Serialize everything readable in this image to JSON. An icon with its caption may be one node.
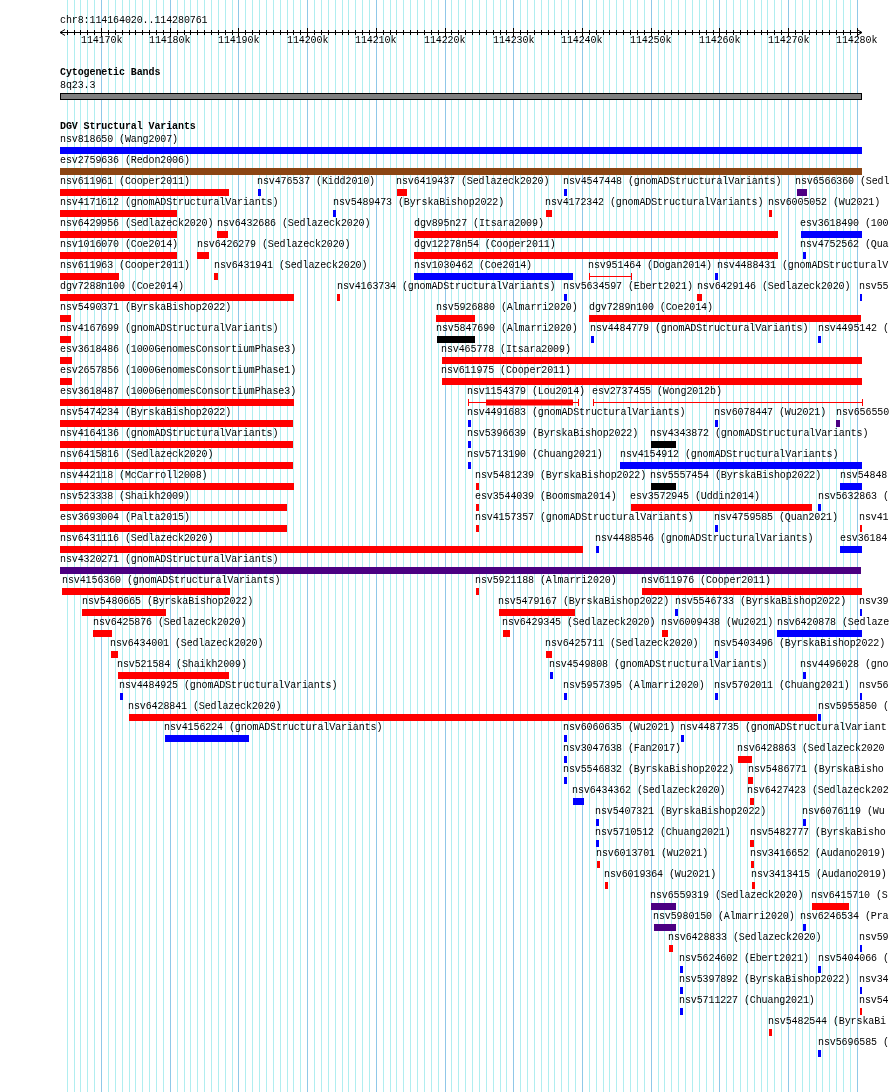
{
  "diagram": {
    "labels": [
      "chr8:114164020..114280761",
      "114170k",
      "114180k",
      "114190k",
      "114200k",
      "114210k",
      "114220k",
      "114230k",
      "114240k",
      "114250k",
      "114260k",
      "114270k",
      "114280k",
      "Cytogenetic Bands",
      "8q23.3",
      "DGV Structural Variants",
      "nsv818650 (Wang2007)",
      "esv2759636 (Redon2006)",
      "nsv611961 (Cooper2011)",
      "nsv476537 (Kidd2010)",
      "nsv6419437 (Sedlazeck2020)",
      "nsv4547448 (gnomADStructuralVariants)",
      "nsv6566360 (Sedl",
      "nsv4171612 (gnomADStructuralVariants)",
      "nsv5489473 (ByrskaBishop2022)",
      "nsv4172342 (gnomADStructuralVariants)",
      "nsv6005052 (Wu2021)",
      "nsv6429956 (Sedlazeck2020)",
      "nsv6432686 (Sedlazeck2020)",
      "dgv895n27 (Itsara2009)",
      "esv3618490 (100",
      "nsv1016070 (Coe2014)",
      "nsv6426279 (Sedlazeck2020)",
      "dgv12278n54 (Cooper2011)",
      "nsv4752562 (Qua",
      "nsv611963 (Cooper2011)",
      "nsv6431941 (Sedlazeck2020)",
      "nsv1030462 (Coe2014)",
      "nsv951464 (Dogan2014)",
      "nsv4488431 (gnomADStructuralV",
      "dgv7288n100 (Coe2014)",
      "nsv4163734 (gnomADStructuralVariants)",
      "nsv5634597 (Ebert2021)",
      "nsv6429146 (Sedlazeck2020)",
      "nsv55",
      "nsv5490371 (ByrskaBishop2022)",
      "nsv5926880 (Almarri2020)",
      "dgv7289n100 (Coe2014)",
      "nsv4167699 (gnomADStructuralVariants)",
      "nsv5847690 (Almarri2020)",
      "nsv4484779 (gnomADStructuralVariants)",
      "nsv4495142 (",
      "esv3618486 (1000GenomesConsortiumPhase3)",
      "nsv465778 (Itsara2009)",
      "esv2657856 (1000GenomesConsortiumPhase1)",
      "nsv611975 (Cooper2011)",
      "esv3618487 (1000GenomesConsortiumPhase3)",
      "nsv1154379 (Lou2014)",
      "esv2737455 (Wong2012b)",
      "nsv5474234 (ByrskaBishop2022)",
      "nsv4491683 (gnomADStructuralVariants)",
      "nsv6078447 (Wu2021)",
      "nsv656550",
      "nsv4164136 (gnomADStructuralVariants)",
      "nsv5396639 (ByrskaBishop2022)",
      "nsv4343872 (gnomADStructuralVariants)",
      "nsv6415816 (Sedlazeck2020)",
      "nsv5713190 (Chuang2021)",
      "nsv4154912 (gnomADStructuralVariants)",
      "nsv442118 (McCarroll2008)",
      "nsv5481239 (ByrskaBishop2022)",
      "nsv5557454 (ByrskaBishop2022)",
      "nsv54848",
      "nsv523338 (Shaikh2009)",
      "esv3544039 (Boomsma2014)",
      "esv3572945 (Uddin2014)",
      "nsv5632863 (",
      "esv3693004 (Palta2015)",
      "nsv4157357 (gnomADStructuralVariants)",
      "nsv4759585 (Quan2021)",
      "nsv41",
      "nsv6431116 (Sedlazeck2020)",
      "nsv4488546 (gnomADStructuralVariants)",
      "esv36184",
      "nsv4320271 (gnomADStructuralVariants)",
      "nsv4156360 (gnomADStructuralVariants)",
      "nsv5921188 (Almarri2020)",
      "nsv611976 (Cooper2011)",
      "nsv5480665 (ByrskaBishop2022)",
      "nsv5479167 (ByrskaBishop2022)",
      "nsv5546733 (ByrskaBishop2022)",
      "nsv39",
      "nsv6425876 (Sedlazeck2020)",
      "nsv6429345 (Sedlazeck2020)",
      "nsv6009438 (Wu2021)",
      "nsv6420878 (Sedlaze",
      "nsv6434001 (Sedlazeck2020)",
      "nsv6425711 (Sedlazeck2020)",
      "nsv5403496 (ByrskaBishop2022)",
      "nsv521584 (Shaikh2009)",
      "nsv4549808 (gnomADStructuralVariants)",
      "nsv4496028 (gno",
      "nsv4484925 (gnomADStructuralVariants)",
      "nsv5957395 (Almarri2020)",
      "nsv5702011 (Chuang2021)",
      "nsv56",
      "nsv6428841 (Sedlazeck2020)",
      "nsv5955850 (",
      "nsv4156224 (gnomADStructuralVariants)",
      "nsv6060635 (Wu2021)",
      "nsv4487735 (gnomADStructuralVariant",
      "nsv3047638 (Fan2017)",
      "nsv6428863 (Sedlazeck2020",
      "nsv5546832 (ByrskaBishop2022)",
      "nsv5486771 (ByrskaBisho",
      "nsv6434362 (Sedlazeck2020)",
      "nsv6427423 (Sedlazeck202",
      "nsv5407321 (ByrskaBishop2022)",
      "nsv6076119 (Wu",
      "nsv5710512 (Chuang2021)",
      "nsv5482777 (ByrskaBisho",
      "nsv6013701 (Wu2021)",
      "nsv3416652 (Audano2019)",
      "nsv6019364 (Wu2021)",
      "nsv3413415 (Audano2019)",
      "nsv6559319 (Sedlazeck2020)",
      "nsv6415710 (S",
      "nsv5980150 (Almarri2020)",
      "nsv6246534 (Pra",
      "nsv6428833 (Sedlazeck2020)",
      "nsv59",
      "nsv5624602 (Ebert2021)",
      "nsv5404066 (",
      "nsv5397892 (ByrskaBishop2022)",
      "nsv34",
      "nsv5711227 (Chuang2021)",
      "nsv54",
      "nsv5482544 (ByrskaBi",
      "nsv5696585 ("
    ]
  }
}
